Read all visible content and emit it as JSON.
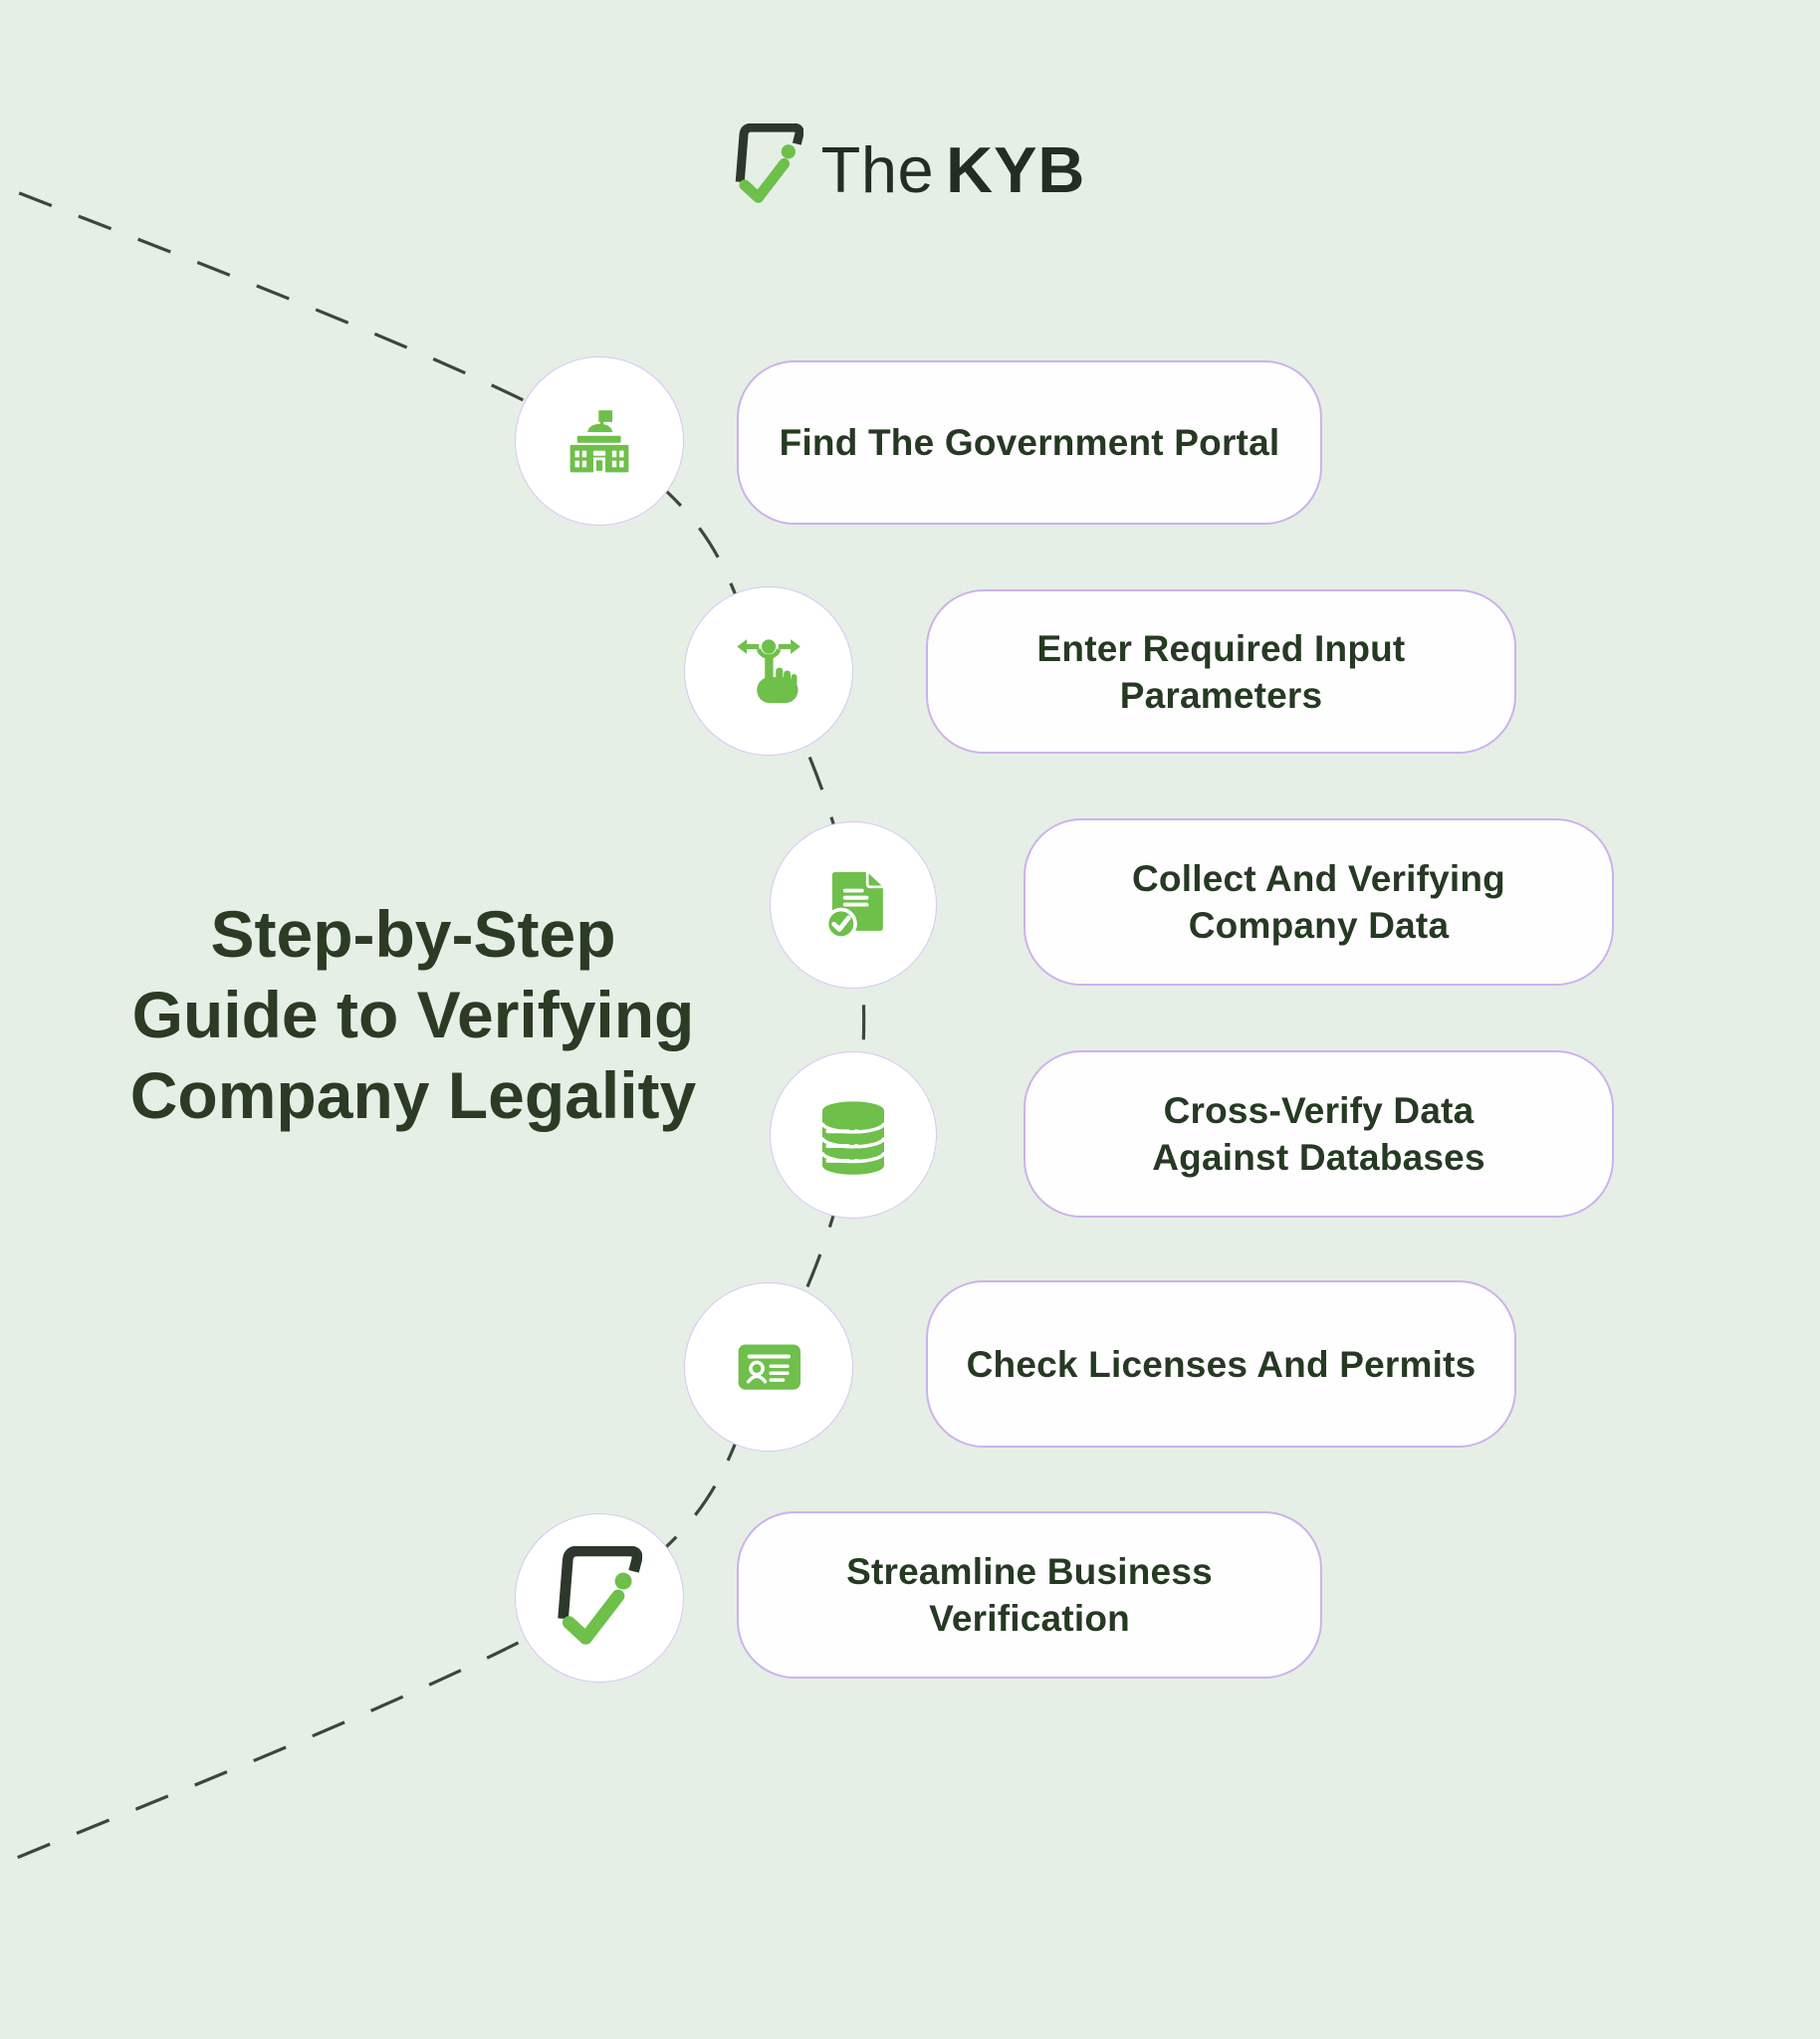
{
  "brand": {
    "the": "The",
    "kyb": "KYB"
  },
  "title": {
    "lines": [
      "Step-by-Step",
      "Guide to Verifying",
      "Company Legality"
    ]
  },
  "steps": [
    {
      "icon": "government-building-icon",
      "lines": [
        "Find The Government Portal"
      ]
    },
    {
      "icon": "touch-swipe-icon",
      "lines": [
        "Enter Required Input",
        "Parameters"
      ]
    },
    {
      "icon": "document-check-icon",
      "lines": [
        "Collect And Verifying",
        "Company Data"
      ]
    },
    {
      "icon": "database-icon",
      "lines": [
        "Cross-Verify Data",
        "Against Databases"
      ]
    },
    {
      "icon": "id-card-icon",
      "lines": [
        "Check Licenses And Permits"
      ]
    },
    {
      "icon": "shield-check-icon",
      "lines": [
        "Streamline Business",
        "Verification"
      ]
    }
  ],
  "colors": {
    "background": "#e5efe6",
    "accent_green": "#6fbf4b",
    "dark_green_text": "#2b3b24",
    "logo_dark": "#2b382b",
    "card_border": "#cdb1ec",
    "circle_border": "#d9c6f3",
    "card_background": "#ffffff",
    "dash_line": "#3c473c"
  }
}
